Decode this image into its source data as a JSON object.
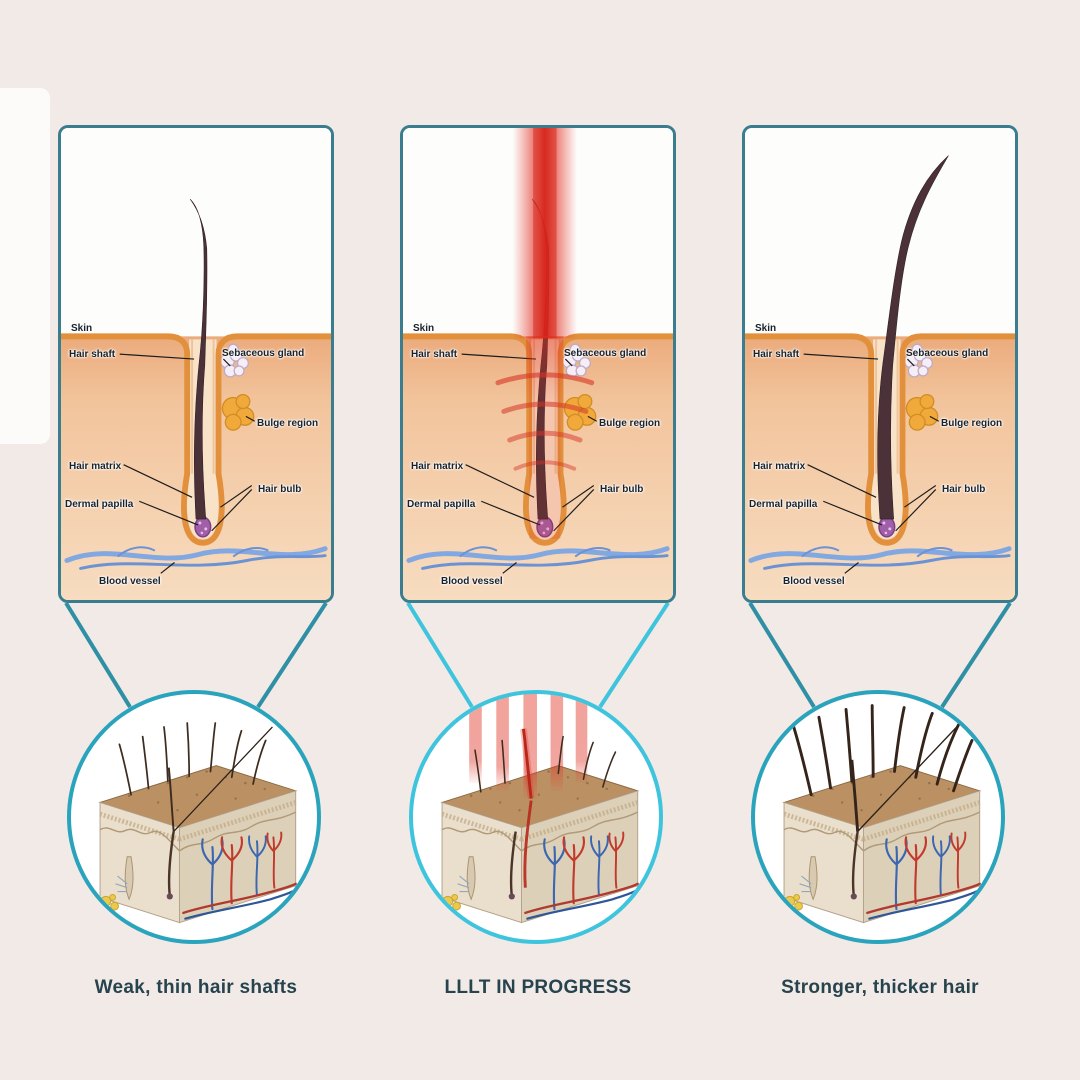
{
  "anatomy": {
    "skin": "Skin",
    "hair_shaft": "Hair shaft",
    "sebaceous_gland": "Sebaceous gland",
    "bulge_region": "Bulge region",
    "hair_matrix": "Hair matrix",
    "dermal_papilla": "Dermal papilla",
    "hair_bulb": "Hair bulb",
    "blood_vessel": "Blood vessel"
  },
  "panels": [
    {
      "state": "weak",
      "caption": "Weak, thin hair shafts"
    },
    {
      "state": "during",
      "caption": "LLLT IN PROGRESS"
    },
    {
      "state": "strong",
      "caption": "Stronger, thicker hair"
    }
  ],
  "colors": {
    "background": "#f2eae6",
    "panel_border": "#3a7d8e",
    "connector_side": "#2e8fa5",
    "connector_center": "#3fc4de",
    "circle_border_side": "#2aa4bd",
    "circle_border_center": "#3fc4de",
    "laser_red": "#d8241a",
    "caption_text": "#27434e"
  }
}
